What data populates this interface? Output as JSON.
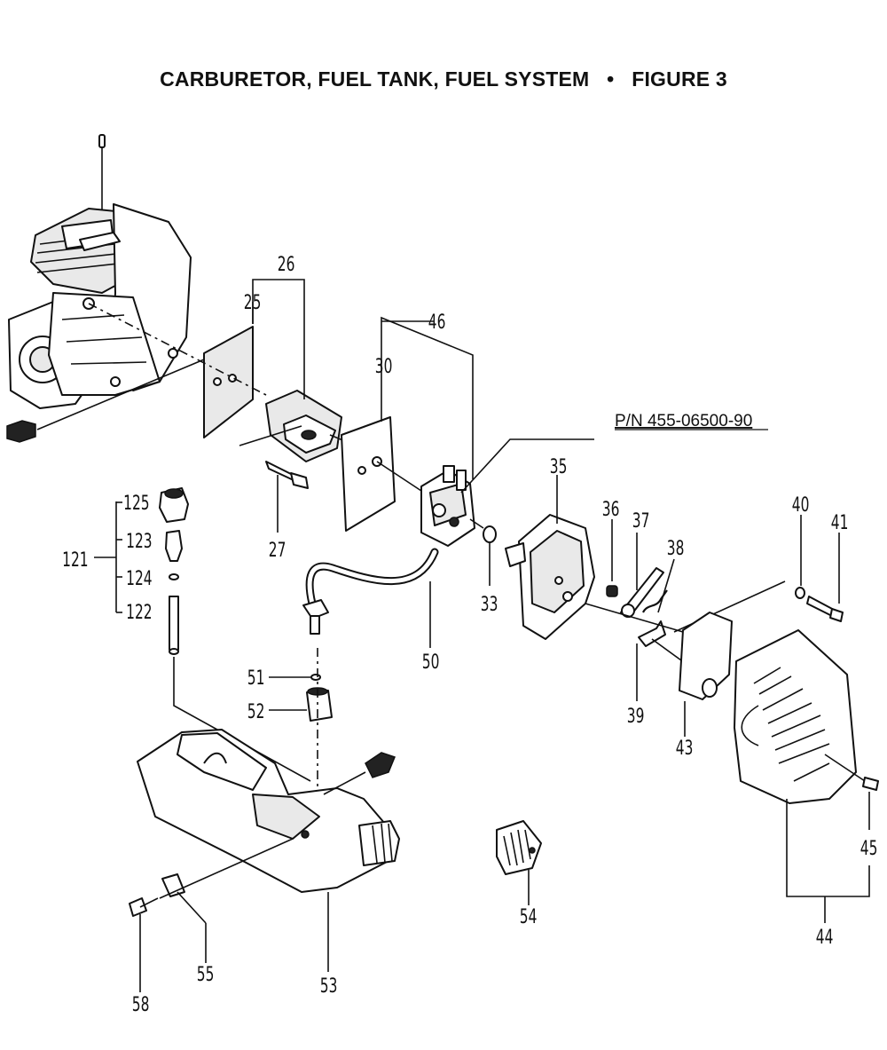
{
  "title": {
    "left": "CARBURETOR, FUEL TANK, FUEL SYSTEM",
    "separator": "•",
    "right": "FIGURE 3"
  },
  "part_number": "P/N 455-06500-90",
  "callouts": {
    "c25": "25",
    "c26": "26",
    "c27": "27",
    "c30": "30",
    "c33": "33",
    "c35": "35",
    "c36": "36",
    "c37": "37",
    "c38": "38",
    "c39": "39",
    "c40": "40",
    "c41": "41",
    "c43": "43",
    "c44": "44",
    "c45": "45",
    "c46": "46",
    "c50": "50",
    "c51": "51",
    "c52": "52",
    "c53": "53",
    "c54": "54",
    "c55": "55",
    "c58": "58",
    "c121": "121",
    "c122": "122",
    "c123": "123",
    "c124": "124",
    "c125": "125"
  }
}
